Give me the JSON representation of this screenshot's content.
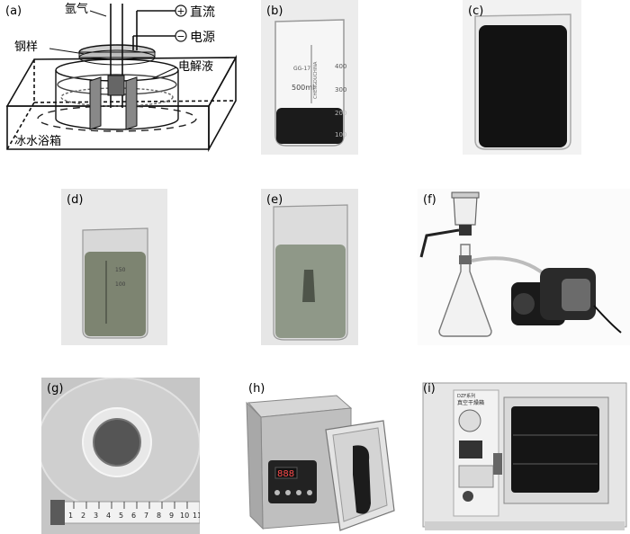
{
  "panels": {
    "a": {
      "label": "(a)",
      "gas": "氩气",
      "dc_top": "直流",
      "dc_bottom": "电源",
      "plus": "+",
      "minus": "−",
      "steel": "钢样",
      "electrolyte": "电解液",
      "bath": "冰水浴箱"
    },
    "b": {
      "label": "(b)",
      "beaker_brand": "CHENGDUCHINA",
      "beaker_model": "GG-17",
      "beaker_volume": "500ml",
      "marks": [
        "400",
        "300",
        "200",
        "100"
      ]
    },
    "c": {
      "label": "(c)"
    },
    "d": {
      "label": "(d)",
      "marks": [
        "150",
        "100"
      ]
    },
    "e": {
      "label": "(e)"
    },
    "f": {
      "label": "(f)"
    },
    "g": {
      "label": "(g)",
      "ruler_numbers": [
        "1",
        "2",
        "3",
        "4",
        "5",
        "6",
        "7",
        "8",
        "9",
        "10",
        "11"
      ]
    },
    "h": {
      "label": "(h)",
      "display": "888"
    },
    "i": {
      "label": "(i)",
      "oven_brand": "DZF系列",
      "oven_name": "真空干燥箱"
    }
  }
}
